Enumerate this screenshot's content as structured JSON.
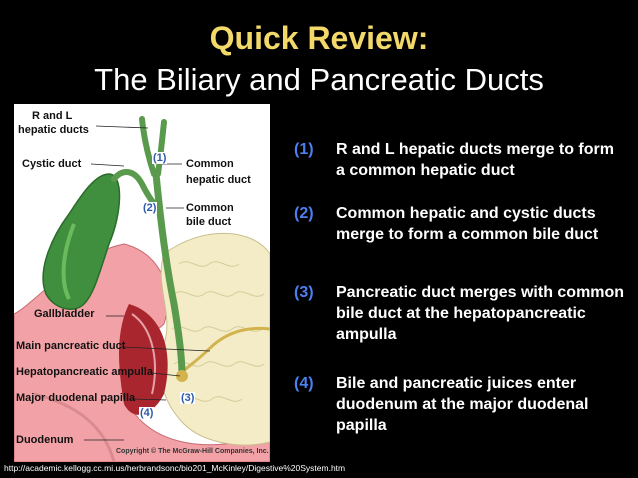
{
  "slide": {
    "title": "Quick Review:",
    "subtitle": "The Biliary and Pancreatic Ducts"
  },
  "figure": {
    "labels": {
      "rl_hepatic": "R and L\nhepatic ducts",
      "rl_hepatic_1": "R and L",
      "rl_hepatic_2": "hepatic ducts",
      "cystic": "Cystic duct",
      "common_hepatic_1": "Common",
      "common_hepatic_2": "hepatic duct",
      "common_bile_1": "Common",
      "common_bile_2": "bile duct",
      "gallbladder": "Gallbladder",
      "main_pancreatic": "Main pancreatic duct",
      "hepatopancreatic": "Hepatopancreatic ampulla",
      "major_papilla": "Major duodenal papilla",
      "duodenum": "Duodenum"
    },
    "markers": {
      "m1": "(1)",
      "m2": "(2)",
      "m3": "(3)",
      "m4": "(4)"
    },
    "copyright": "Copyright © The McGraw-Hill Companies, Inc."
  },
  "review_items": [
    {
      "num": "(1)",
      "text": "R and L hepatic ducts merge to form a common hepatic duct"
    },
    {
      "num": "(2)",
      "text": "Common hepatic and cystic ducts merge to form a common bile duct"
    },
    {
      "num": "(3)",
      "text": "Pancreatic duct merges with common bile duct at the hepatopancreatic ampulla"
    },
    {
      "num": "(4)",
      "text": "Bile and pancreatic juices enter duodenum at the major duodenal papilla"
    }
  ],
  "source_url": "http://academic.kellogg.cc.mi.us/herbrandsonc/bio201_McKinley/Digestive%20System.htm",
  "colors": {
    "title_gold": "#f2d96a",
    "number_blue": "#4c7ff0",
    "background": "#000000"
  }
}
